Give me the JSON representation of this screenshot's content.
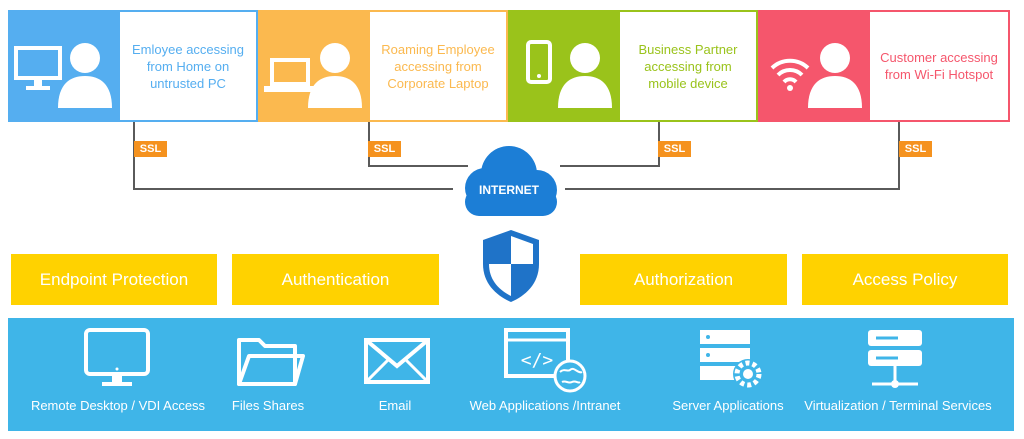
{
  "colors": {
    "blue": "#55aef0",
    "orange": "#fbb94f",
    "green": "#9ac31b",
    "red": "#f5566c",
    "ssl": "#f5921e",
    "yellow": "#ffd200",
    "band": "#3fb5e8",
    "cloud": "#1c7ed6",
    "shield": "#1f73c8"
  },
  "users": [
    {
      "label": "Emloyee accessing from Home on untrusted PC",
      "icon": "desktop-monitor-icon",
      "color": "#55aef0"
    },
    {
      "label": "Roaming Employee accessing from Corporate Laptop",
      "icon": "laptop-icon",
      "color": "#fbb94f"
    },
    {
      "label": "Business Partner accessing from mobile device",
      "icon": "mobile-phone-icon",
      "color": "#9ac31b"
    },
    {
      "label": "Customer accessing from Wi-Fi Hotspot",
      "icon": "wifi-icon",
      "color": "#f5566c"
    }
  ],
  "ssl_label": "SSL",
  "internet_label": "INTERNET",
  "security_layers": [
    "Endpoint Protection",
    "Authentication",
    "Authorization",
    "Access Policy"
  ],
  "services": [
    {
      "label": "Remote Desktop /  VDI Access",
      "icon": "monitor-icon"
    },
    {
      "label": "Files Shares",
      "icon": "folder-icon"
    },
    {
      "label": "Email",
      "icon": "envelope-icon"
    },
    {
      "label": "Web Applications /Intranet",
      "icon": "web-code-icon"
    },
    {
      "label": "Server Applications",
      "icon": "server-gear-icon"
    },
    {
      "label": "Virtualization / Terminal Services",
      "icon": "server-stack-icon"
    }
  ]
}
